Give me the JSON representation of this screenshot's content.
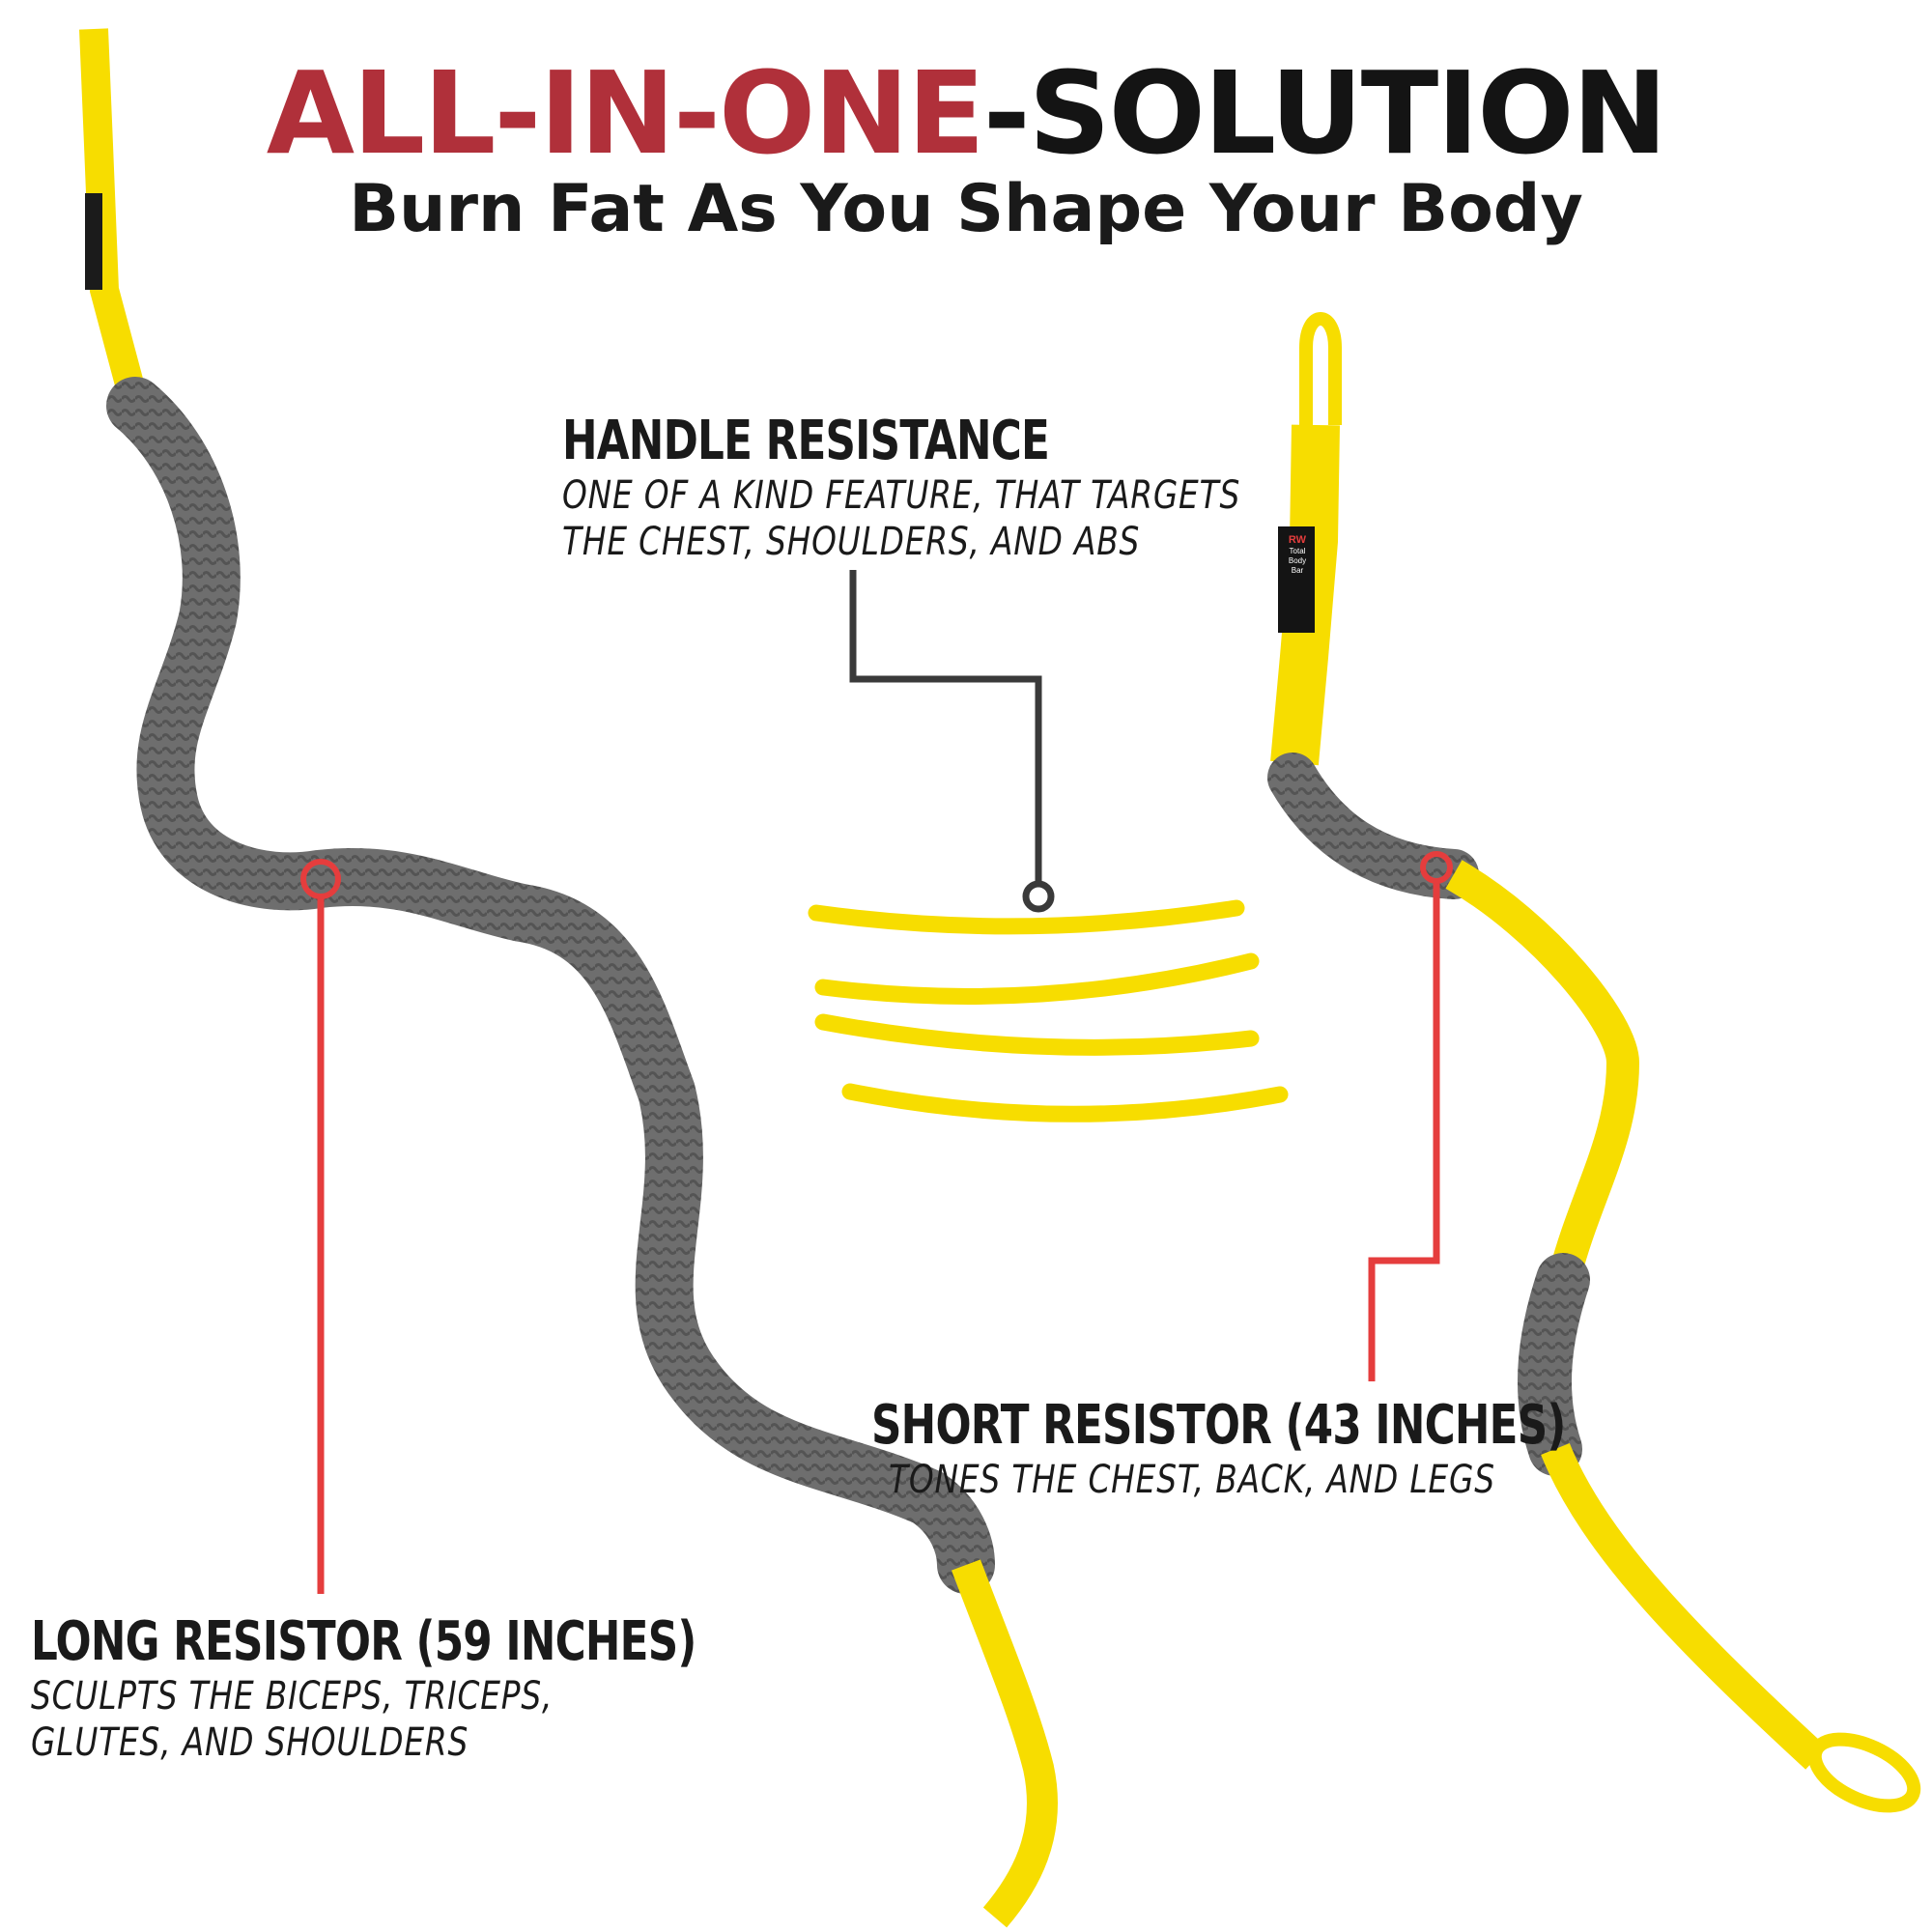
{
  "header": {
    "title_red": "ALL-IN-ONE",
    "title_dark": "-SOLUTION",
    "subtitle": "Burn Fat As You Shape Your Body"
  },
  "callouts": {
    "handle": {
      "heading": "HANDLE RESISTANCE",
      "lines": [
        "ONE OF A KIND FEATURE, THAT TARGETS",
        "THE CHEST, SHOULDERS, AND ABS"
      ]
    },
    "short": {
      "heading": "SHORT RESISTOR (43 INCHES)",
      "lines": [
        "TONES THE CHEST, BACK, AND LEGS"
      ]
    },
    "long": {
      "heading": "LONG RESISTOR (59 INCHES)",
      "lines": [
        "SCULPTS THE BICEPS, TRICEPS,",
        "GLUTES, AND SHOULDERS"
      ]
    }
  },
  "product_tag": {
    "logo": "RW",
    "text": "Total Body Bar"
  },
  "colors": {
    "accent_red": "#b0303a",
    "pointer_red": "#e53d3d",
    "pointer_dark": "#3a3a3a",
    "strap_yellow": "#f7dd00",
    "sleeve_gray": "#6e6e6e"
  }
}
